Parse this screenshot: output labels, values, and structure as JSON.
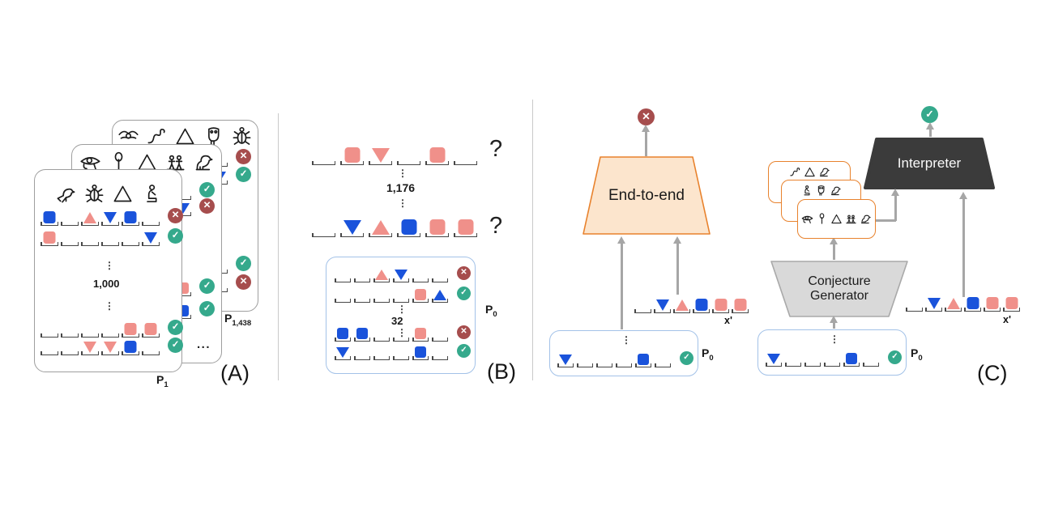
{
  "figure": {
    "panel_a_label": "(A)",
    "panel_b_label": "(B)",
    "panel_c_label": "(C)",
    "question_mark": "?",
    "ellipsis": "⋮",
    "more_dots": "...",
    "card_count_a": "1,000",
    "query_count_b": "1,176",
    "example_count_b": "32",
    "p_label": "P",
    "p1_sub": "1",
    "p1438_sub": "1,438",
    "p0_sub": "0",
    "x_prime": "x'",
    "end_to_end": "End-to-end",
    "interpreter": "Interpreter",
    "conjecture1": "Conjecture",
    "conjecture2": "Generator",
    "check_char": "✓",
    "cross_char": "✕"
  },
  "colors": {
    "blue": "#1a53db",
    "pink": "#f0908a",
    "check_green": "#35a98c",
    "cross_red": "#a64d4d",
    "orange": "#e8822d",
    "orange_fill": "#fce5cd",
    "dark": "#3b3b3b",
    "gray_fill": "#d9d9d9",
    "blue_box_border": "#a3c2e8",
    "arrow_gray": "#a6a6a6"
  },
  "glyphs": {
    "a_front": [
      "bird",
      "scarab",
      "pyramid",
      "seated"
    ],
    "a_mid": [
      "eye",
      "feather",
      "pyramid",
      "group",
      "falcon"
    ],
    "a_back": [
      "winged",
      "snake",
      "pyramid",
      "owl",
      "scarab"
    ],
    "c_front": [
      "eye",
      "feather",
      "pyramid",
      "group",
      "falcon"
    ],
    "c_mid": [
      "seated",
      "owl",
      "falcon"
    ],
    "c_back": [
      "snake",
      "pyramid",
      "falcon"
    ]
  },
  "rows": {
    "a_front": [
      {
        "slots": [
          "bsq",
          "",
          "ptu",
          "btd",
          "bsq",
          ""
        ],
        "ok": false
      },
      {
        "slots": [
          "psq",
          "",
          "",
          "",
          "",
          "btd"
        ],
        "ok": true
      },
      {
        "slots": [
          "",
          "",
          "",
          "",
          "psq",
          "psq"
        ],
        "ok": true
      },
      {
        "slots": [
          "",
          "",
          "ptd",
          "ptd",
          "bsq",
          ""
        ],
        "ok": true
      }
    ],
    "a_mid_top": [
      {
        "slots": [
          "",
          ""
        ],
        "ok": true
      },
      {
        "slots": [
          "",
          "btd"
        ],
        "ok": false
      }
    ],
    "a_mid_bottom": [
      {
        "slots": [
          "",
          "psq"
        ],
        "ok": true
      },
      {
        "slots": [
          "",
          "bsq"
        ],
        "ok": true
      }
    ],
    "a_back_top": [
      {
        "slots": [
          "",
          ""
        ],
        "ok": false
      },
      {
        "slots": [
          "",
          "btd"
        ],
        "ok": true
      }
    ],
    "a_back_bottom": [
      {
        "slots": [
          "",
          ""
        ],
        "ok": true
      },
      {
        "slots": [
          "",
          ""
        ],
        "ok": false
      }
    ],
    "b_query1": {
      "slots": [
        "",
        "psq",
        "ptd",
        "",
        "psq",
        ""
      ]
    },
    "b_query2": {
      "slots": [
        "",
        "btd",
        "ptu",
        "bsq",
        "psq",
        "psq"
      ]
    },
    "b_p0": [
      {
        "slots": [
          "",
          "",
          "ptu",
          "btd",
          "",
          ""
        ],
        "ok": false
      },
      {
        "slots": [
          "",
          "",
          "",
          "",
          "psq",
          "btu"
        ],
        "ok": true
      },
      {
        "slots": [
          "bsq",
          "bsq",
          "",
          "",
          "psq",
          ""
        ],
        "ok": false
      },
      {
        "slots": [
          "btd",
          "",
          "",
          "",
          "bsq",
          ""
        ],
        "ok": true
      }
    ],
    "c_xprime": {
      "slots": [
        "",
        "btd",
        "ptu",
        "bsq",
        "psq",
        "psq"
      ]
    },
    "c_p0": {
      "slots": [
        "btd",
        "",
        "",
        "",
        "bsq",
        ""
      ],
      "ok": true
    }
  }
}
